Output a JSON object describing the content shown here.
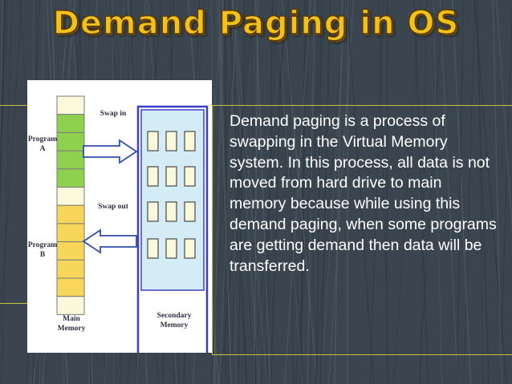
{
  "slide": {
    "title": "Demand Paging in OS",
    "body": "Demand paging is a process of swapping in the Virtual Memory system. In this process, all data is not moved from hard drive to main memory because while using this demand paging, when some programs are getting demand then data will be transferred."
  },
  "diagram": {
    "labels": {
      "swap_in": "Swap in",
      "swap_out": "Swap out",
      "program_a_1": "Program",
      "program_a_2": "A",
      "program_b_1": "Program",
      "program_b_2": "B",
      "main_memory_1": "Main",
      "main_memory_2": "Memory",
      "secondary_memory_1": "Secondary",
      "secondary_memory_2": "Memory"
    },
    "main_memory_blocks": [
      "empty",
      "green",
      "green",
      "green",
      "green",
      "empty",
      "yellow",
      "yellow",
      "yellow",
      "yellow",
      "yellow",
      "empty"
    ],
    "colors": {
      "background": "#3a4550",
      "title": "#f2c21b",
      "accent_line": "#c9c241",
      "green": "#8fd14f",
      "yellow": "#f7d65a",
      "empty": "#fbf8dc",
      "secondary_fill": "#d3ecf5",
      "secondary_border": "#3d3ec8",
      "arrow": "#2f4ea8"
    }
  }
}
